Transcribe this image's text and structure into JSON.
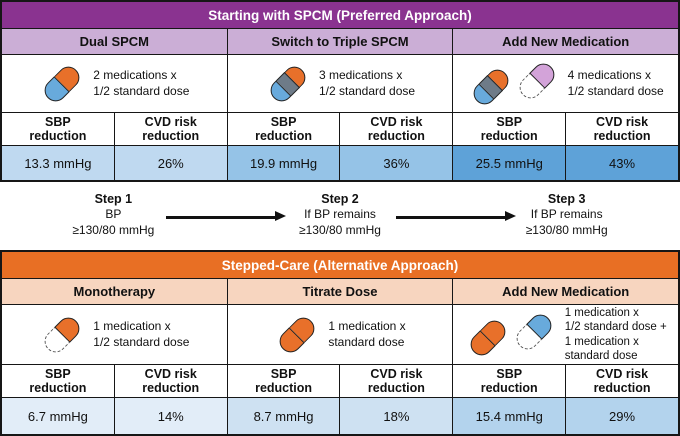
{
  "colors": {
    "purple_header": "#8a3390",
    "purple_light": "#cbaed6",
    "orange_header": "#e86f24",
    "orange_light": "#f7d5bf",
    "pill_orange": "#e8702a",
    "pill_blue": "#68aadc",
    "pill_gray": "#6e7b88",
    "pill_pink": "#d3a3d9",
    "value_blue_1": "#bfd9f0",
    "value_blue_2": "#95c3e7",
    "value_blue_3": "#5ea2d8",
    "value_blue_4": "#e2edf8",
    "value_blue_5": "#cee1f2",
    "value_blue_6": "#b3d3ed"
  },
  "spcm": {
    "title": "Starting with SPCM (Preferred Approach)",
    "columns": [
      {
        "header": "Dual SPCM",
        "icon": "capsule-orange-blue-icon",
        "dose_lines": [
          "2 medications x",
          "1/2 standard dose"
        ],
        "sbp_label": "SBP reduction",
        "cvd_label": "CVD risk reduction",
        "sbp_value": "13.3 mmHg",
        "cvd_value": "26%"
      },
      {
        "header": "Switch to Triple SPCM",
        "icon": "capsule-orange-gray-blue-icon",
        "dose_lines": [
          "3 medications x",
          "1/2 standard dose"
        ],
        "sbp_label": "SBP reduction",
        "cvd_label": "CVD risk reduction",
        "sbp_value": "19.9 mmHg",
        "cvd_value": "36%"
      },
      {
        "header": "Add New Medication",
        "icon": "capsule-orange-gray-blue-icon plus capsule-pink-dashed-icon",
        "dose_lines": [
          "4 medications x",
          "1/2 standard dose"
        ],
        "sbp_label": "SBP reduction",
        "cvd_label": "CVD risk reduction",
        "sbp_value": "25.5 mmHg",
        "cvd_value": "43%"
      }
    ]
  },
  "steps": [
    {
      "title": "Step 1",
      "lines": [
        "BP",
        "≥130/80 mmHg"
      ]
    },
    {
      "title": "Step 2",
      "lines": [
        "If BP remains",
        "≥130/80 mmHg"
      ]
    },
    {
      "title": "Step 3",
      "lines": [
        "If BP remains",
        "≥130/80 mmHg"
      ]
    }
  ],
  "stepped": {
    "title": "Stepped-Care (Alternative Approach)",
    "columns": [
      {
        "header": "Monotherapy",
        "icon": "capsule-orange-dashed-icon",
        "dose_lines": [
          "1 medication x",
          "1/2 standard dose"
        ],
        "sbp_label": "SBP reduction",
        "cvd_label": "CVD risk reduction",
        "sbp_value": "6.7 mmHg",
        "cvd_value": "14%"
      },
      {
        "header": "Titrate Dose",
        "icon": "capsule-orange-full-icon",
        "dose_lines": [
          "1 medication x",
          "standard dose"
        ],
        "sbp_label": "SBP reduction",
        "cvd_label": "CVD risk reduction",
        "sbp_value": "8.7 mmHg",
        "cvd_value": "18%"
      },
      {
        "header": "Add New Medication",
        "icon": "capsule-orange-full-icon plus capsule-blue-dashed-icon",
        "dose_lines": [
          "1 medication x",
          "1/2 standard dose +",
          "1 medication x",
          "standard dose"
        ],
        "sbp_label": "SBP reduction",
        "cvd_label": "CVD risk reduction",
        "sbp_value": "15.4 mmHg",
        "cvd_value": "29%"
      }
    ]
  }
}
